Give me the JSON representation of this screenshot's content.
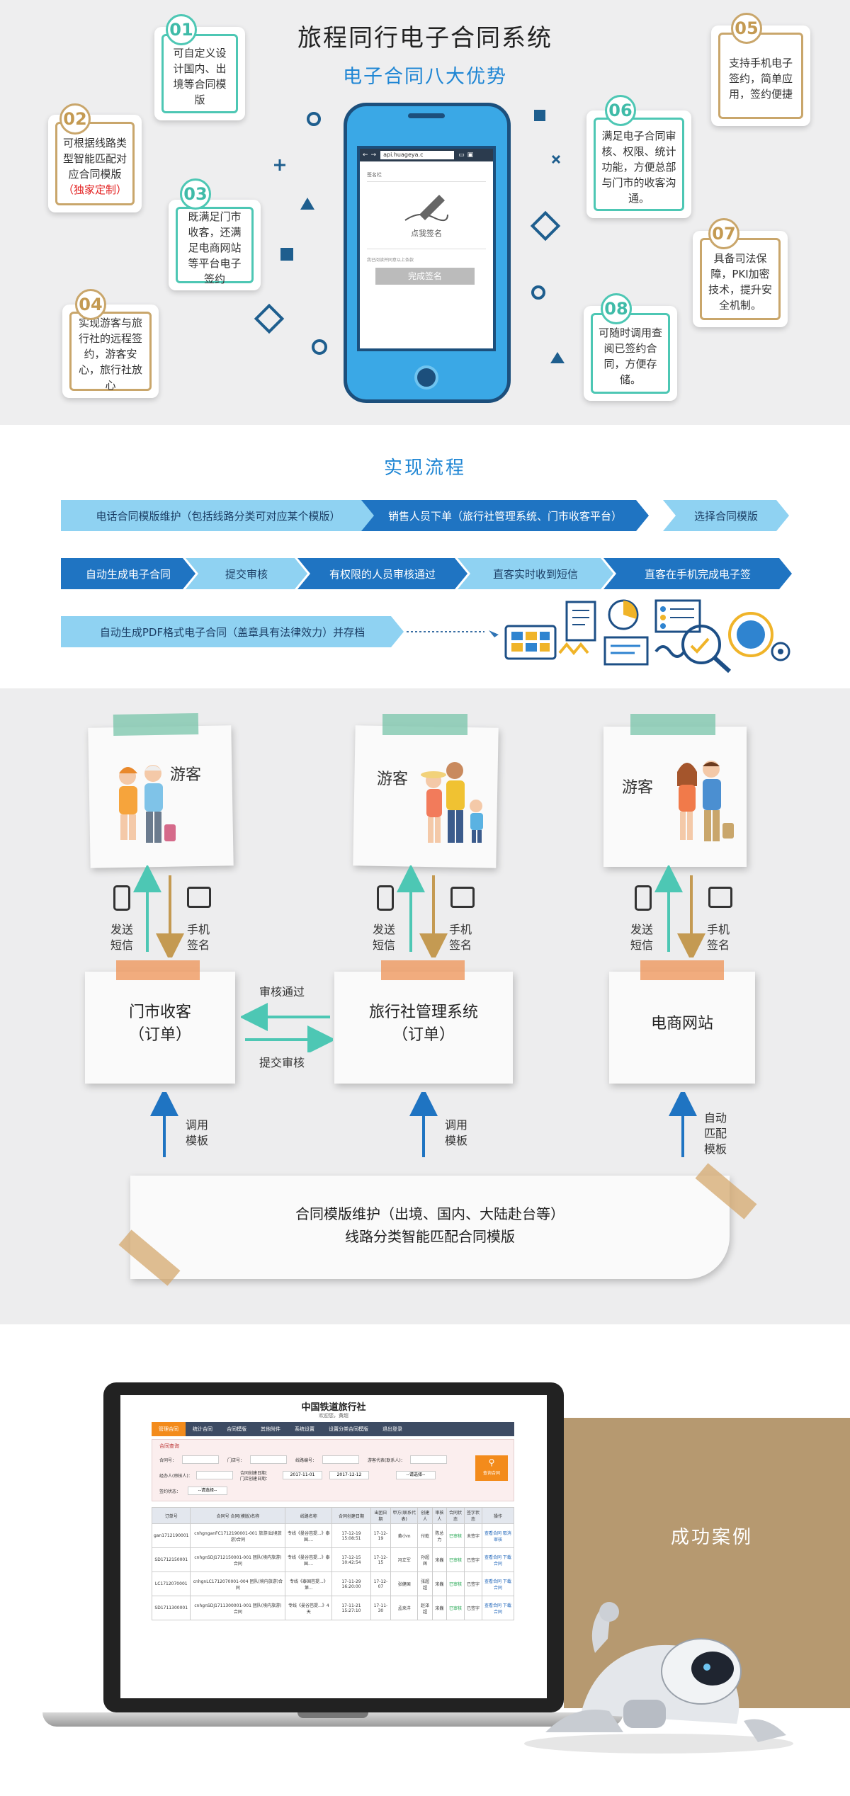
{
  "header": {
    "title": "旅程同行电子合同系统",
    "subtitle": "电子合同八大优势"
  },
  "advantages": [
    {
      "num": "01",
      "text": "可自定义设计国内、出境等合同模版"
    },
    {
      "num": "02",
      "text": "可根据线路类型智能匹配对应合同模版",
      "highlight": "（独家定制）"
    },
    {
      "num": "03",
      "text": "既满足门市收客，还满足电商网站等平台电子签约"
    },
    {
      "num": "04",
      "text": "实现游客与旅行社的远程签约，游客安心，旅行社放心"
    },
    {
      "num": "05",
      "text": "支持手机电子签约，简单应用，签约便捷"
    },
    {
      "num": "06",
      "text": "满足电子合同审核、权限、统计功能，方便总部与门市的收客沟通。"
    },
    {
      "num": "07",
      "text": "具备司法保障，PKI加密技术，提升安全机制。"
    },
    {
      "num": "08",
      "text": "可随时调用查阅已签约合同，方便存储。"
    }
  ],
  "phone": {
    "url": "api.huageya.c",
    "field": "签名栏",
    "sign_label": "点我签名",
    "agree": "我已阅读并同意以上条款",
    "button": "完成签名"
  },
  "flow": {
    "title": "实现流程",
    "row1": [
      "电话合同模版维护（包括线路分类可对应某个模版）",
      "销售人员下单（旅行社管理系统、门市收客平台）",
      "选择合同模版"
    ],
    "row2": [
      "自动生成电子合同",
      "提交审核",
      "有权限的人员审核通过",
      "直客实时收到短信",
      "直客在手机完成电子签"
    ],
    "row3": [
      "自动生成PDF格式电子合同（盖章具有法律效力）并存档"
    ]
  },
  "diagram": {
    "tourist": "游客",
    "send_sms": "发送短信",
    "phone_sign": "手机签名",
    "store": {
      "line1": "门市收客",
      "line2": "（订单）"
    },
    "agency": {
      "line1": "旅行社管理系统",
      "line2": "（订单）"
    },
    "ecom": "电商网站",
    "approve": "审核通过",
    "submit": "提交审核",
    "call_tpl": "调用模板",
    "auto_match": "自动匹配模板",
    "base": {
      "line1": "合同模版维护（出境、国内、大陆赴台等）",
      "line2": "线路分类智能匹配合同模版"
    }
  },
  "showcase": {
    "label": "成功案例",
    "app_title": "中国铁道旅行社",
    "welcome": "欢迎您，黄超",
    "nav": [
      "管理合同",
      "统计合同",
      "合同模版",
      "其他附件",
      "系统设置",
      "设置分类合同模版",
      "退出登录"
    ],
    "panel": "合同查询",
    "filters": [
      "合同号：",
      "门店号：",
      "线路编号：",
      "游客代表(联系人)：",
      "经办人(审核人)：",
      "合同创建日期：",
      "门店创建日期：",
      "签约状态："
    ],
    "date_from": "2017-11-01",
    "date_to": "2017-12-12",
    "select": "--请选择--",
    "search_btn": "查询合同",
    "columns": [
      "订单号",
      "合同号 合同(模版)名称",
      "线路名称",
      "合同创建日期",
      "出团日期",
      "甲方(联系代表)",
      "创建人",
      "审核人",
      "合同状态",
      "签字状态",
      "操作"
    ],
    "rows": [
      [
        "gan1712190001",
        "cnhgnganFC1712190001-001 旅游(出境旅游)合同",
        "专线《曼谷芭提...》泰国....",
        "17-12-19 15:08:51",
        "17-12-19",
        "黄小m",
        "付乾",
        "陈总力",
        "已审核",
        "未签字",
        "查看合同 取消审核"
      ],
      [
        "SD1712150001",
        "cnhgnSDJ1712150001-001 团队(境内旅游)合同",
        "专线《曼谷芭提...》泰国....",
        "17-12-15 10:42:54",
        "17-12-15",
        "冯立军",
        "孙超辉",
        "宋巍",
        "已审核",
        "已签字",
        "查看合同 下载合同"
      ],
      [
        "LC1712070001",
        "cnhgnLC1712070001-004 团队(境内旅游)合同",
        "专线《泰国芭提...》第...",
        "17-11-29 16:20:00",
        "17-12-07",
        "张健国",
        "张超超",
        "宋巍",
        "已审核",
        "已签字",
        "查看合同 下载合同"
      ],
      [
        "SD1711300001",
        "cnhgnSDJ1711300001-001 团队(境内旅游)合同",
        "专线《曼谷芭提...》4天",
        "17-11-21 15:27:10",
        "17-11-30",
        "孟来洋",
        "赵泽超",
        "宋巍",
        "已审核",
        "已签字",
        "查看合同 下载合同"
      ]
    ]
  }
}
